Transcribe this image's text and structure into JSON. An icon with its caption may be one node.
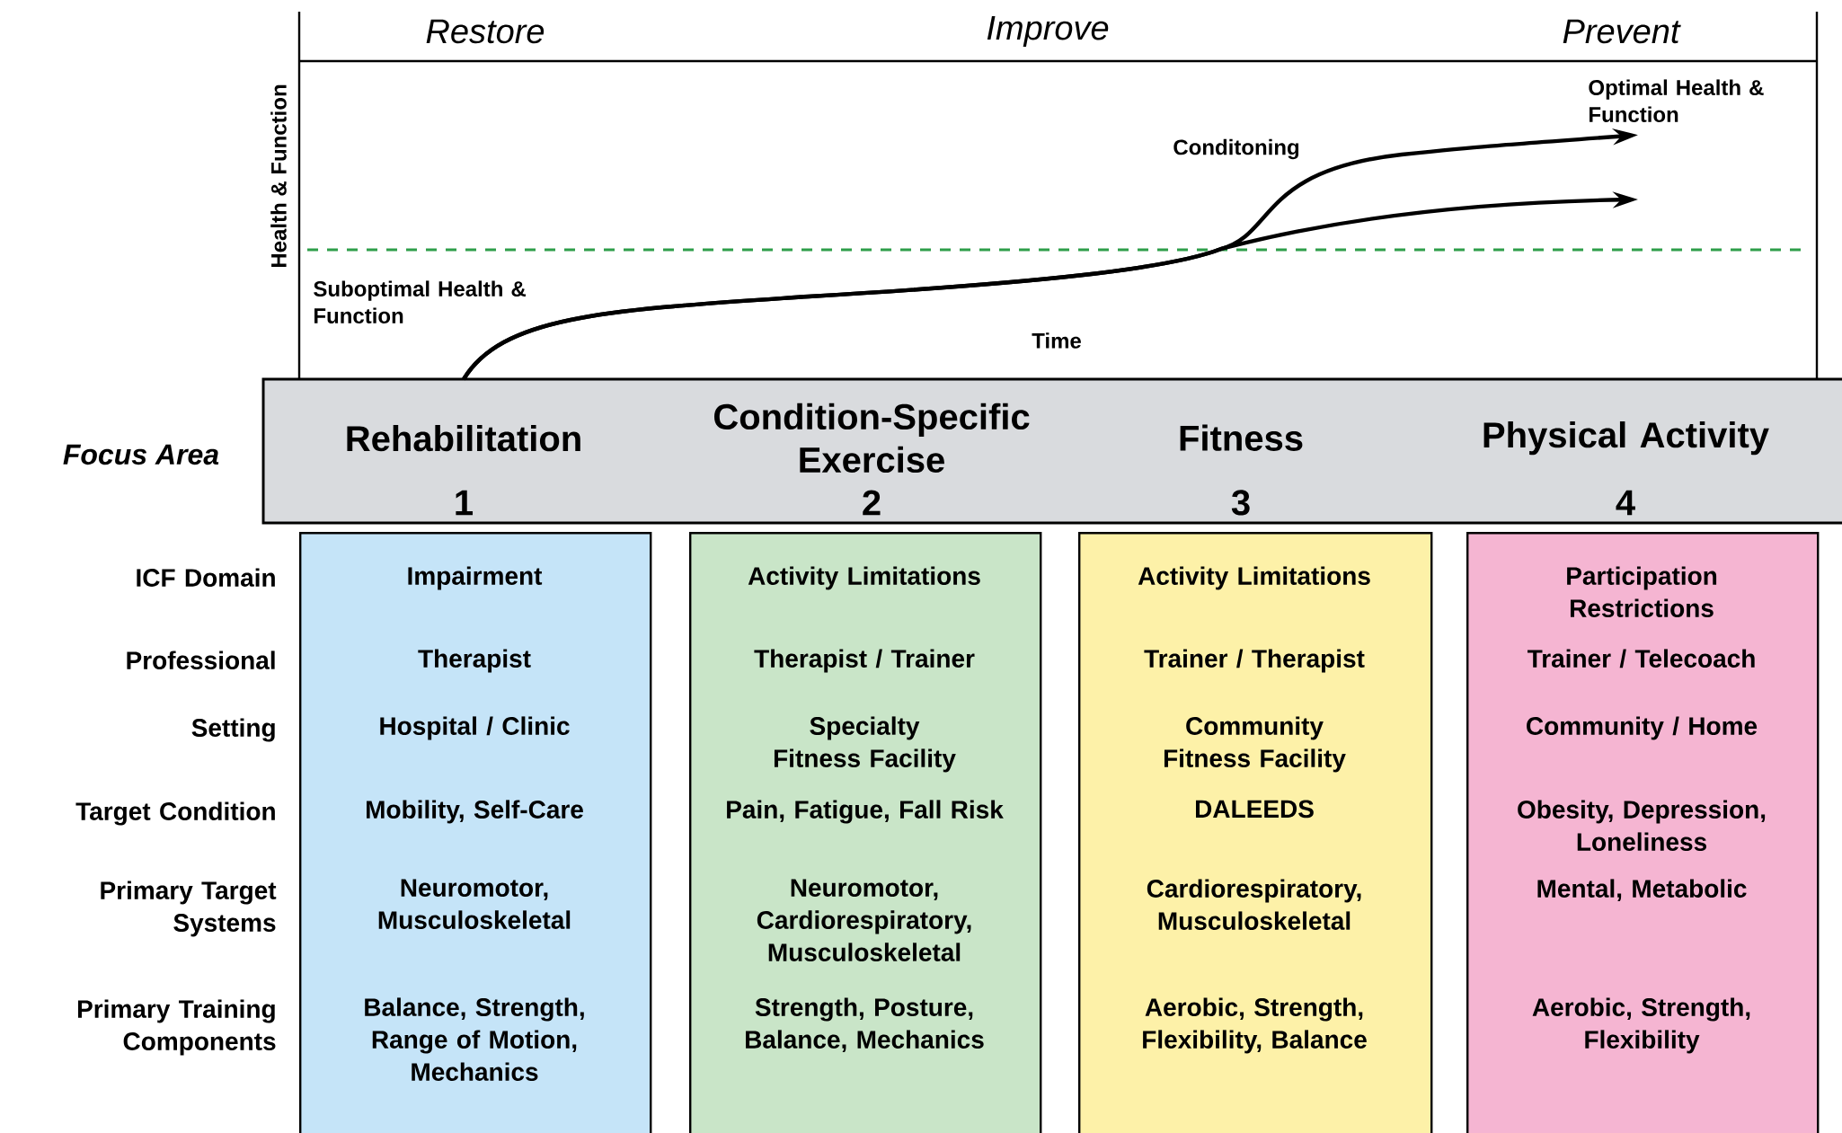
{
  "diagram": {
    "nodes": [
      {
        "text": [
          "Rehabilitation",
          "1"
        ]
      },
      {
        "text": [
          "Condition-Specific Exercise",
          "2"
        ]
      },
      {
        "text": [
          "Fitness",
          "3"
        ]
      },
      {
        "text": [
          "Physical Activity",
          "4"
        ]
      },
      {
        "text": [
          "Impairment",
          "Therapist",
          "Hospital / Clinic",
          "Mobility, Self-Care",
          "Neuromotor, Musculoskeletal",
          "Balance, Strength, Range of Motion, Mechanics"
        ]
      },
      {
        "text": [
          "Activity Limitations",
          "Therapist / Trainer",
          "Specialty Fitness Facility",
          "Pain, Fatigue, Fall Risk",
          "Neuromotor, Cardiorespiratory, Musculoskeletal",
          "Strength, Posture, Balance, Mechanics"
        ]
      },
      {
        "text": [
          "Activity Limitations",
          "Trainer / Therapist",
          "Community Fitness Facility",
          "DALEEDS",
          "Cardiorespiratory, Musculoskeletal",
          "Aerobic, Strength, Flexibility, Balance"
        ]
      },
      {
        "text": [
          "Participation Restrictions",
          "Trainer / Telecoach",
          "Community / Home",
          "Obesity, Depression, Loneliness",
          "Mental, Metabolic",
          "Aerobic, Strength, Flexibility"
        ]
      },
      {
        "text": [
          "Optimal Health & Function"
        ]
      }
    ],
    "edges": [
      {
        "from": 0,
        "to": 8,
        "arrow": "to"
      },
      {
        "from": 0,
        "to": null,
        "arrow": "to"
      }
    ],
    "labels": [
      "Restore",
      "Improve",
      "Prevent",
      "Health & Function",
      "Conditoning",
      "Suboptimal Health & Function",
      "Time",
      "Focus Area",
      "ICF Domain",
      "Professional",
      "Setting",
      "Target Condition",
      "Primary Target Systems",
      "Primary Training Components"
    ]
  }
}
